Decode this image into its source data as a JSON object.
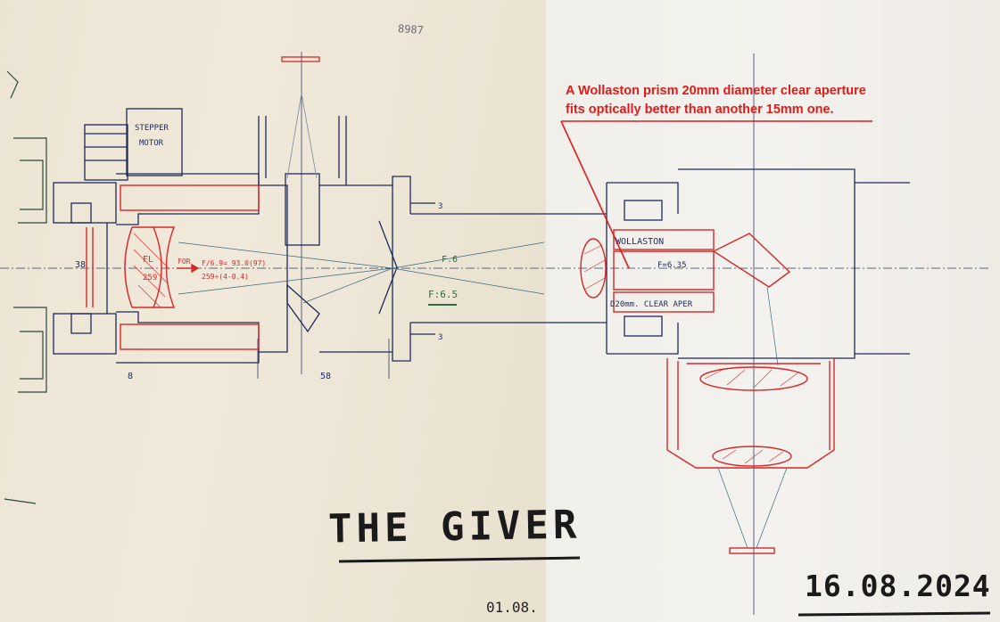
{
  "annotation": {
    "line1": "A Wollaston prism 20mm diameter clear aperture",
    "line2": "fits optically better than another 15mm one.",
    "color": "#e01b1b"
  },
  "title": "THE GIVER",
  "date": "16.08.2024",
  "date_partial": "01.08.",
  "sketch_number": "8987",
  "labels": {
    "stepper_line1": "STEPPER",
    "stepper_line2": "MOTOR",
    "wollaston": "WOLLASTON",
    "clear_aperture": "D20mm. CLEAR APER",
    "f_right": "F=6.35",
    "f_center": "F:6.5",
    "f_center_top": "F.6",
    "fl": "FL",
    "fl_value": "259",
    "for": "FOR",
    "formula_line1": "F/6.9= 93.0(97)",
    "formula_line2": "259÷(4-0.4)",
    "dim_38": "38",
    "dim_8": "8",
    "dim_58": "58",
    "dim_3_top": "3",
    "dim_3_bottom": "3"
  },
  "colors": {
    "ink_blue": "#1f2a5a",
    "ink_red": "#d62828",
    "ink_green": "#2e6b3e"
  }
}
